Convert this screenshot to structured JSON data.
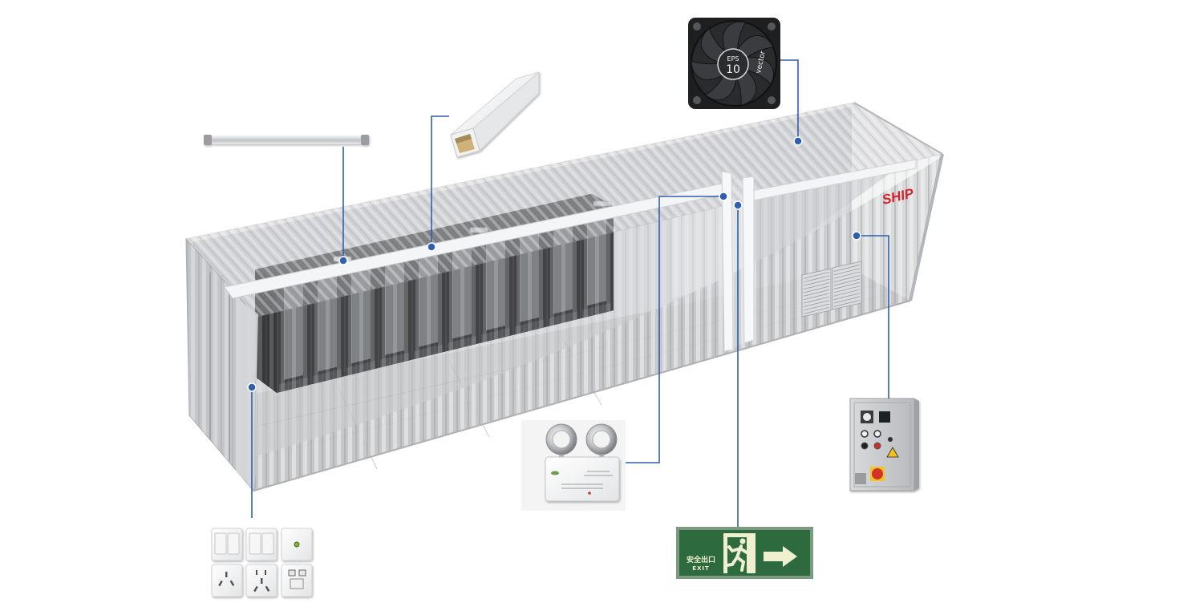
{
  "diagram": {
    "container_label": "SHIP",
    "fan": {
      "brand": "EPS",
      "number": "10",
      "word": "vector",
      "icon": "exhaust-fan-icon"
    },
    "exit_sign": {
      "cn": "安全出口",
      "en": "EXIT",
      "icon": "exit-sign-icon"
    },
    "component_icons": [
      "fluorescent-tube-icon",
      "cable-trunking-icon",
      "exhaust-fan-icon",
      "emergency-light-icon",
      "exit-sign-icon",
      "distribution-box-icon",
      "wall-switch-socket-icon"
    ]
  },
  "colors": {
    "callout": "#2f5fae",
    "ship_red": "#d3222a",
    "exit_green": "#2d6a3d",
    "exit_cream": "#eef0cf",
    "rack_black": "#222325",
    "container_grey": "#c4c6c9"
  }
}
